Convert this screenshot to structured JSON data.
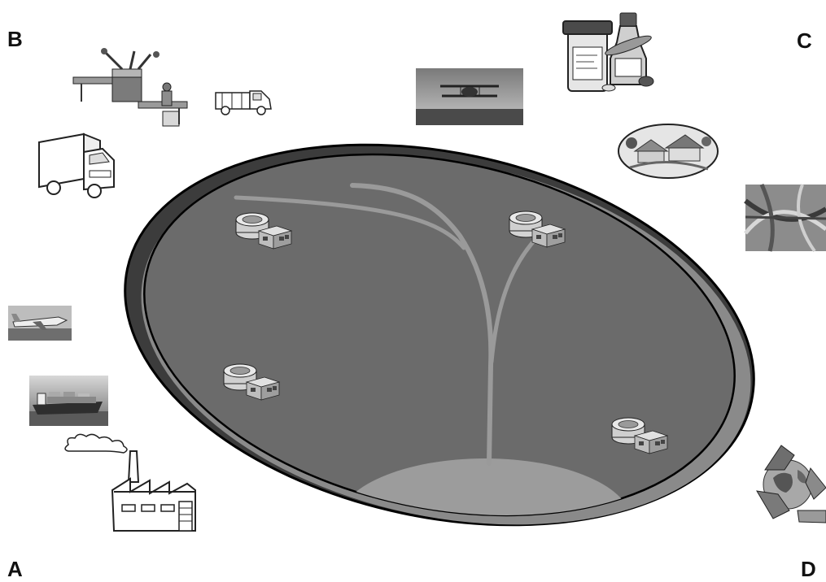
{
  "labels": {
    "a": "A",
    "b": "B",
    "c": "C",
    "d": "D"
  },
  "colors": {
    "disc_fill": "#6a6a6a",
    "rim_dark": "#3a3a3a",
    "rim_light": "#8a8a8a",
    "tree": "#9a9a9a",
    "ground_patch": "#9b9b9b"
  },
  "icons": [
    "assembly-line-icon",
    "pickup-truck-icon",
    "box-truck-icon",
    "crop-duster-plane-photo",
    "medicine-bottles-icon",
    "suburban-houses-icon",
    "highway-interchange-photo",
    "airplane-photo",
    "cargo-ship-photo",
    "factory-icon",
    "recycling-globe-icon",
    "storage-facility-icon"
  ]
}
